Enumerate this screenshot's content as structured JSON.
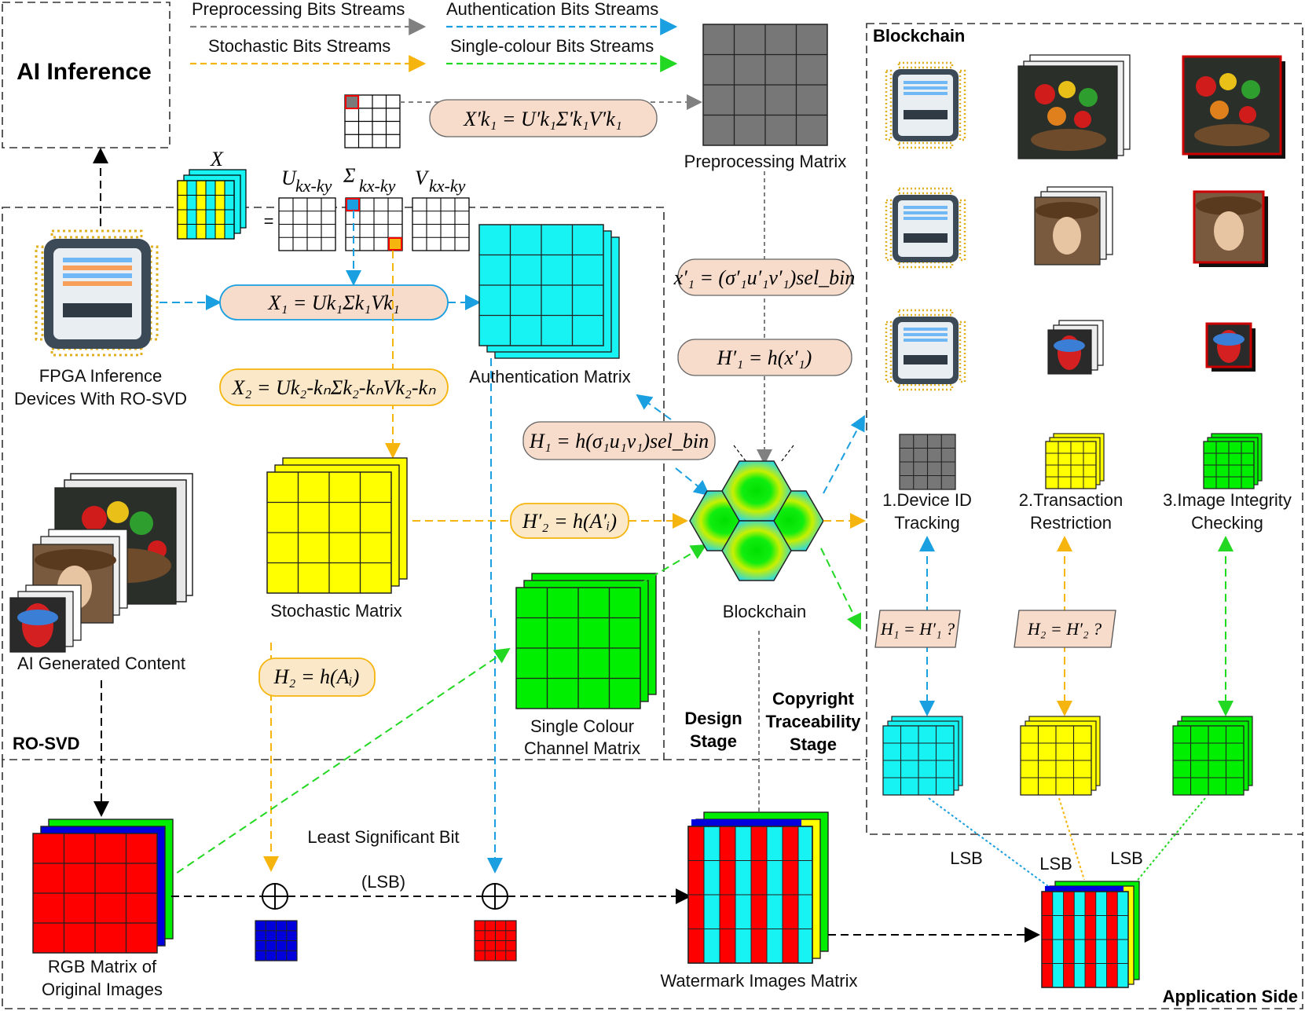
{
  "title_box": "AI Inference",
  "legend": {
    "preprocessing": "Preprocessing Bits Streams",
    "authentication": "Authentication Bits Streams",
    "stochastic": "Stochastic Bits Streams",
    "single_colour": "Single-colour Bits Streams"
  },
  "colors": {
    "gray": "#808080",
    "blue": "#1a9fe0",
    "orange": "#f5b50e",
    "green": "#22d822",
    "cyan": "#17f2f2",
    "yellow": "#ffff00",
    "lime": "#00ee00",
    "red": "#ff0000",
    "navy": "#0000dd",
    "formula_fill": "#f7dccb"
  },
  "labels": {
    "x_matrix": "X",
    "u_matrix": "U",
    "u_sub": "kx-ky",
    "sigma_matrix": "Σ",
    "sigma_sub": "kx-ky",
    "v_matrix": "V",
    "v_sub": "kx-ky",
    "equals": "=",
    "fpga_line1": "FPGA Inference",
    "fpga_line2": "Devices With RO-SVD",
    "aigc": "AI Generated Content",
    "ro_svd": "RO-SVD",
    "auth_matrix": "Authentication Matrix",
    "stoch_matrix": "Stochastic Matrix",
    "single_line1": "Single Colour",
    "single_line2": "Channel Matrix",
    "preproc_matrix": "Preprocessing Matrix",
    "blockchain_node": "Blockchain",
    "design_line1": "Design",
    "design_line2": "Stage",
    "copyright_line1": "Copyright",
    "copyright_line2": "Traceability",
    "copyright_line3": "Stage",
    "blockchain_box": "Blockchain",
    "device_line1": "1.Device ID",
    "device_line2": "Tracking",
    "trans_line1": "2.Transaction",
    "trans_line2": "Restriction",
    "integrity_line1": "3.Image Integrity",
    "integrity_line2": "Checking",
    "lsb_line1": "Least Significant Bit",
    "lsb_line2": "(LSB)",
    "rgb_line1": "RGB Matrix of",
    "rgb_line2": "Original Images",
    "watermark": "Watermark Images Matrix",
    "lsb_a": "LSB",
    "lsb_b": "LSB",
    "lsb_c": "LSB",
    "app_side": "Application Side"
  },
  "formulas": {
    "x1p": "X′k₁ = U′k₁Σ′k₁V′k₁",
    "x1": "X₁ = Uk₁Σk₁Vk₁",
    "x2": "X₂ = Uk₂-kₙΣk₂-kₙVk₂-kₙ",
    "x1bin": "x′₁ = (σ′₁u′₁v′₁)sel_bin",
    "h1p": "H′₁ = h(x′₁)",
    "h1": "H₁ = h(σ₁u₁v₁)sel_bin",
    "h2p": "H′₂ = h(A′ᵢ)",
    "h2": "H₂ = h(Aᵢ)",
    "check1": "H₁ = H′₁ ?",
    "check2": "H₂ = H′₂ ?"
  }
}
